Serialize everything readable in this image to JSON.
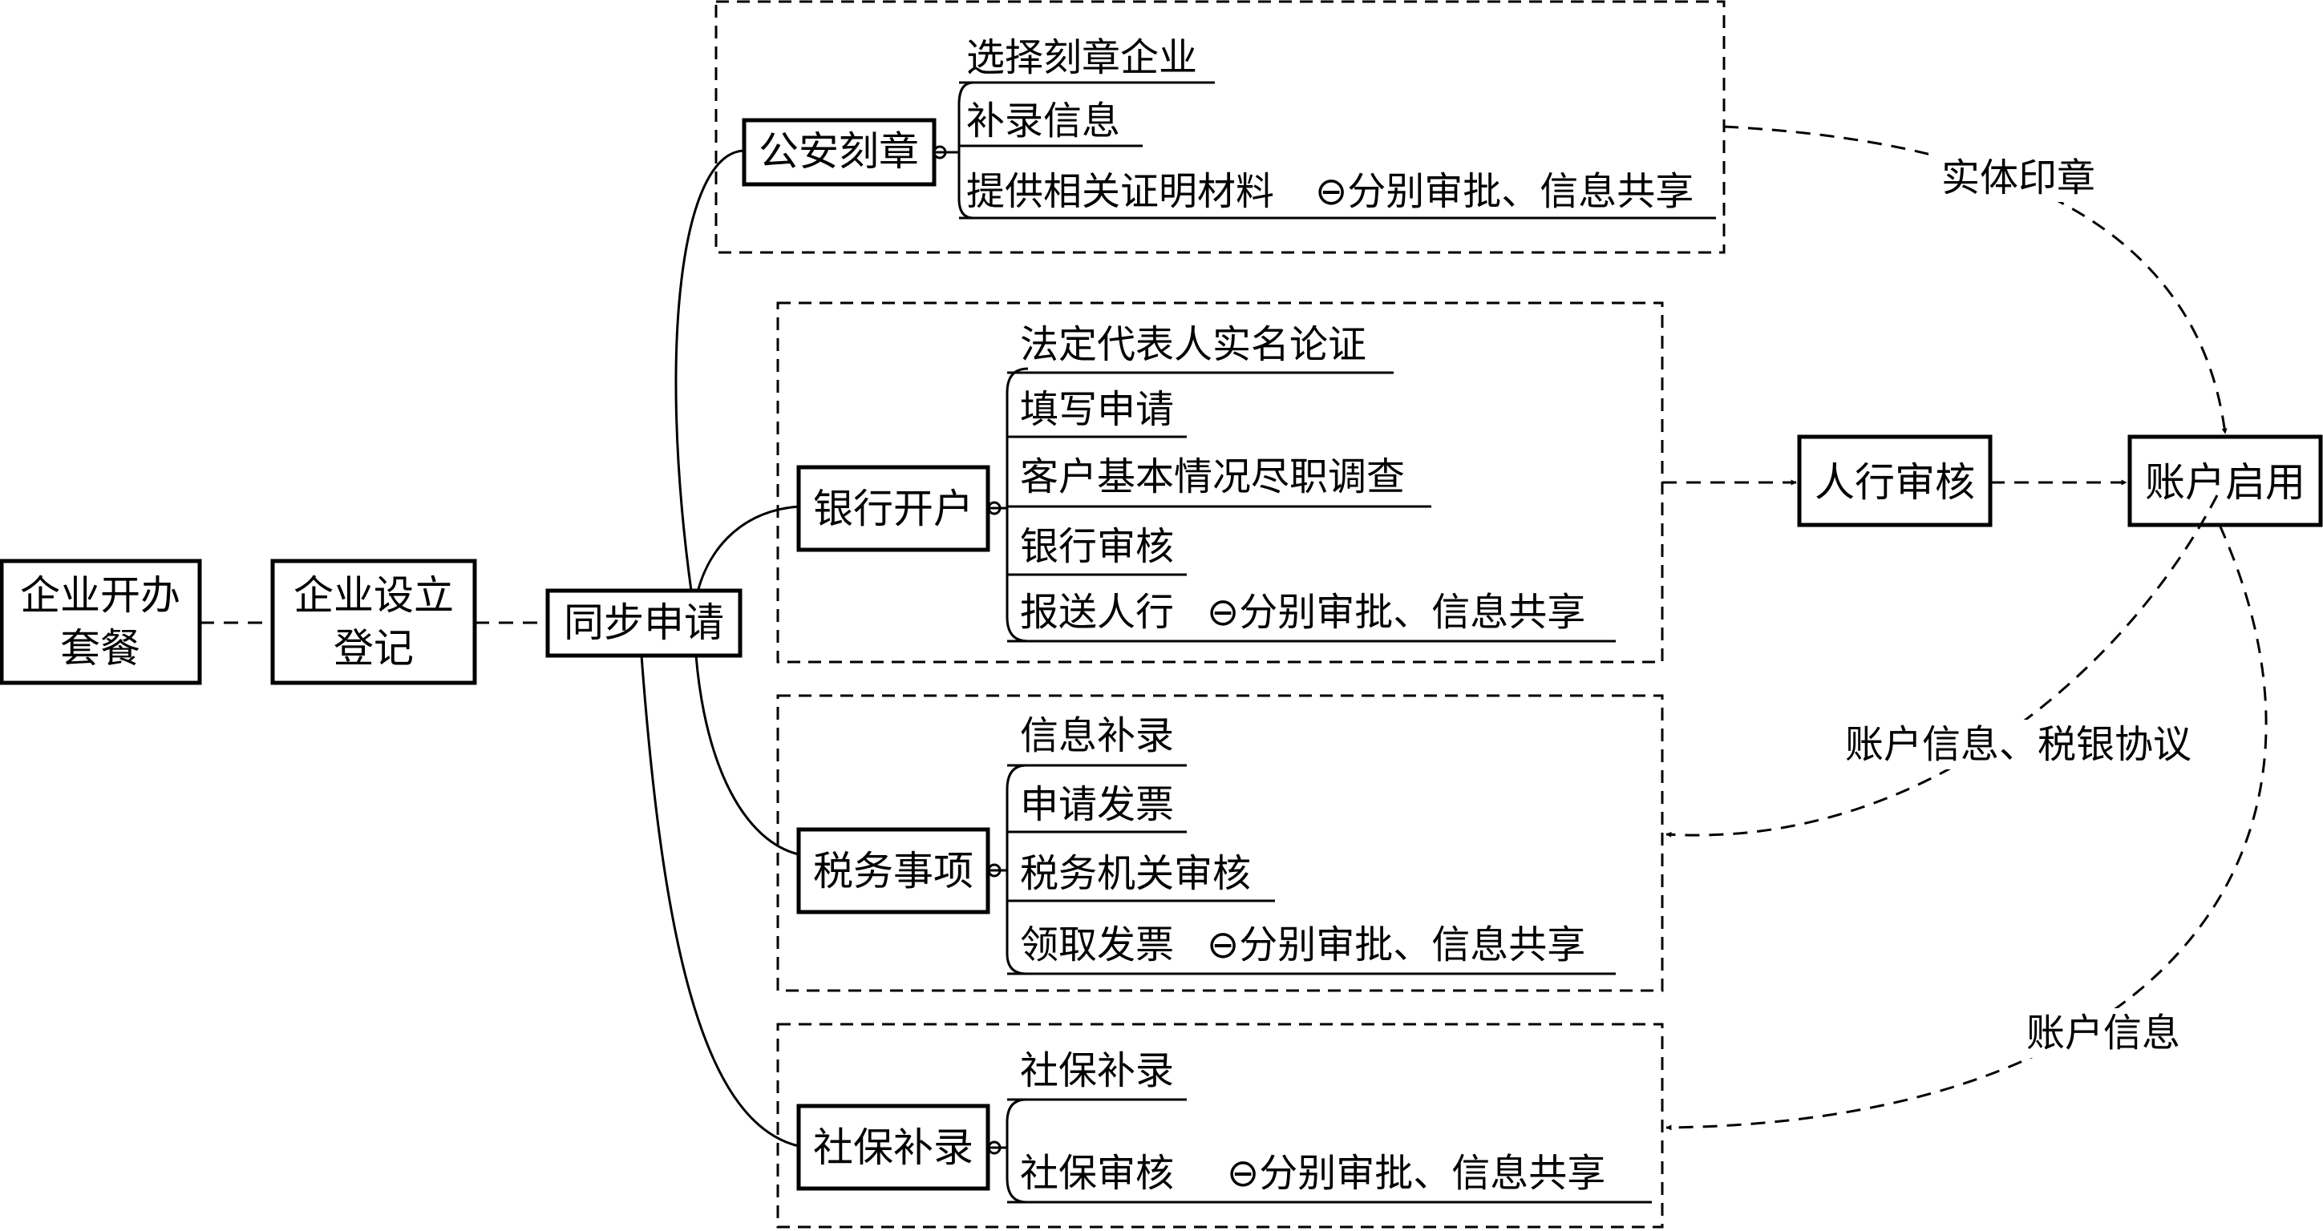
{
  "nodes": {
    "package": {
      "line1": "企业开办",
      "line2": "套餐"
    },
    "registration": {
      "line1": "企业设立",
      "line2": "登记"
    },
    "sync_apply": "同步申请",
    "pbc_review": "人行审核",
    "account_enable": "账户启用"
  },
  "groups": {
    "police": {
      "title": "公安刻章",
      "items": [
        "选择刻章企业",
        "补录信息",
        "提供相关证明材料"
      ],
      "note": "⊖分别审批、信息共享"
    },
    "bank": {
      "title": "银行开户",
      "items": [
        "法定代表人实名论证",
        "填写申请",
        "客户基本情况尽职调查",
        "银行审核",
        "报送人行"
      ],
      "note": "⊖分别审批、信息共享"
    },
    "tax": {
      "title": "税务事项",
      "items": [
        "信息补录",
        "申请发票",
        "税务机关审核",
        "领取发票"
      ],
      "note": "⊖分别审批、信息共享"
    },
    "social": {
      "title": "社保补录",
      "items": [
        "社保补录",
        "社保审核"
      ],
      "note": "⊖分别审批、信息共享"
    }
  },
  "flows": {
    "physical_seal": "实体印章",
    "account_tax_info": "账户信息、税银协议",
    "account_info": "账户信息"
  }
}
